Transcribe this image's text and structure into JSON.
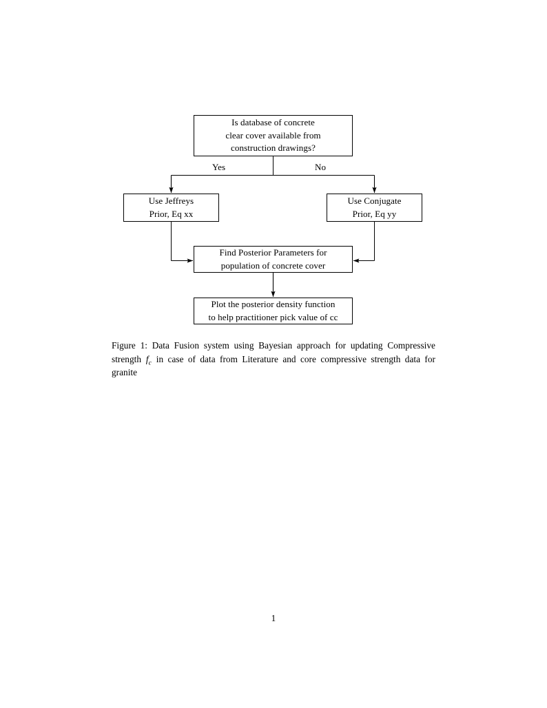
{
  "document": {
    "page_number": "1",
    "background_color": "#ffffff",
    "ink_color": "#000000"
  },
  "figure": {
    "nodes": {
      "decision": {
        "name": "decision-database-available",
        "shape": "rectangle",
        "lines": [
          "Is database of concrete",
          "clear cover available from",
          "construction drawings?"
        ]
      },
      "jeffreys": {
        "name": "use-jeffreys-prior",
        "shape": "rectangle",
        "lines": [
          "Use Jeffreys",
          "Prior, Eq xx"
        ]
      },
      "conjugate": {
        "name": "use-conjugate-prior",
        "shape": "rectangle",
        "lines": [
          "Use Conjugate",
          "Prior, Eq yy"
        ]
      },
      "posterior": {
        "name": "find-posterior-parameters",
        "shape": "rectangle",
        "lines": [
          "Find Posterior Parameters for",
          "population of concrete cover"
        ]
      },
      "plot": {
        "name": "plot-posterior-density",
        "shape": "rectangle",
        "lines": [
          "Plot the posterior density function",
          "to help practitioner pick value of cc"
        ]
      }
    },
    "branch_labels": {
      "yes": "Yes",
      "no": "No"
    },
    "edges": [
      {
        "from": "decision",
        "to": "jeffreys",
        "label": "Yes"
      },
      {
        "from": "decision",
        "to": "conjugate",
        "label": "No"
      },
      {
        "from": "jeffreys",
        "to": "posterior",
        "label": ""
      },
      {
        "from": "conjugate",
        "to": "posterior",
        "label": ""
      },
      {
        "from": "posterior",
        "to": "plot",
        "label": ""
      }
    ]
  },
  "caption": {
    "label": "Figure 1:",
    "part1": "Data Fusion system using Bayesian approach for updating Compressive strength",
    "symbol": "f",
    "symbol_sub": "c",
    "part2": "in case of data from Literature and core compressive strength data for granite",
    "full_text": "Figure 1: Data Fusion system using Bayesian approach for updating Compressive strength f_c in case of data from Literature and core compressive strength data for granite"
  }
}
